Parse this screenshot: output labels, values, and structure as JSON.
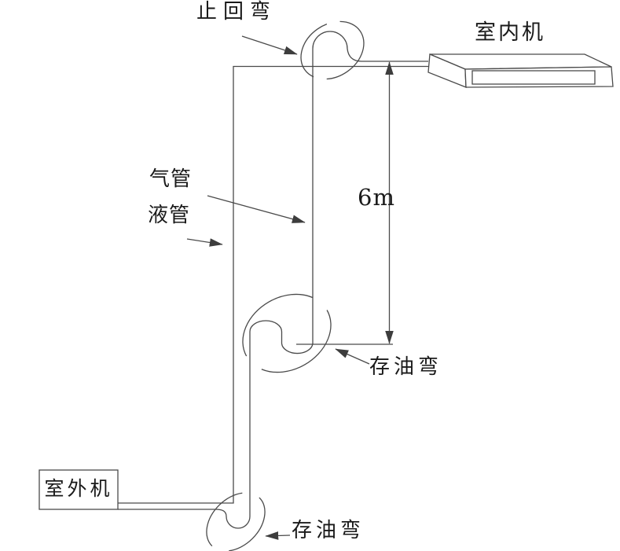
{
  "diagram": {
    "labels": {
      "check_bend": "止回弯",
      "indoor_unit": "室内机",
      "gas_pipe": "气管",
      "liquid_pipe": "液管",
      "dimension_height": "6m",
      "oil_trap_middle": "存油弯",
      "oil_trap_bottom": "存油弯",
      "outdoor_unit": "室外机"
    },
    "colors": {
      "line": "#4a4a4a",
      "text": "#1a1a1a",
      "background": "#ffffff"
    }
  }
}
